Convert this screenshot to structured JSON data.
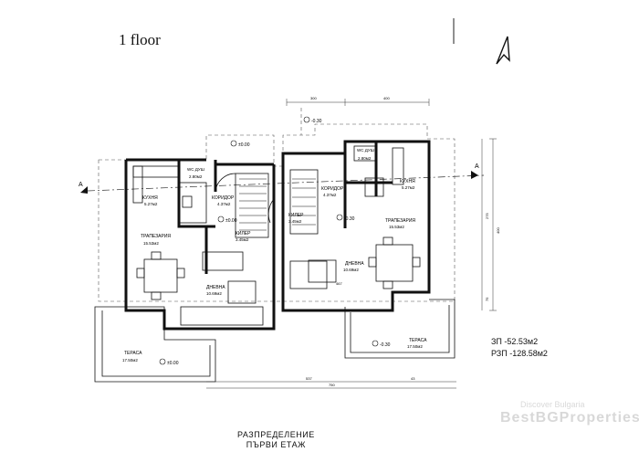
{
  "title": "1 floor",
  "stats": {
    "line1": "ЗП -52.53м2",
    "line2": "РЗП -128.58м2"
  },
  "caption": {
    "line1": "РАЗПРЕДЕЛЕНИЕ",
    "line2": "ПЪРВИ  ЕТАЖ"
  },
  "section_marker": "A",
  "watermark": {
    "top": "Discover Bulgaria",
    "bottom": "BestBGProperties"
  },
  "left_unit": {
    "kitchen": {
      "name": "КУХНЯ",
      "area": "5.27м2"
    },
    "wc": {
      "name": "WC ДУШ",
      "area": "2.80м2"
    },
    "corridor": {
      "name": "КОРИДОР",
      "area": "4.37м2"
    },
    "dining": {
      "name": "ТРАПЕЗАРИЯ",
      "area": "15.53м2"
    },
    "storage": {
      "name": "КИЛЕР",
      "area": "3.45м2"
    },
    "living": {
      "name": "ДНЕВНА",
      "area": "10.69м2"
    },
    "terrace": {
      "name": "ТЕРАСА",
      "area": "17.50м2"
    }
  },
  "right_unit": {
    "kitchen": {
      "name": "КУХНЯ",
      "area": "5.27м2"
    },
    "wc": {
      "name": "WC ДУШ",
      "area": "2.80м2"
    },
    "corridor": {
      "name": "КОРИДОР",
      "area": "4.37м2"
    },
    "dining": {
      "name": "ТРАПЕЗАРИЯ",
      "area": "15.53м2"
    },
    "storage": {
      "name": "КИЛЕР",
      "area": "3.45м2"
    },
    "living": {
      "name": "ДНЕВНА",
      "area": "10.69м2"
    },
    "terrace": {
      "name": "ТЕРАСА",
      "area": "17.50м2"
    }
  },
  "levels": {
    "zero_a": "±0.00",
    "zero_b": "±0.00",
    "zero_c": "±0.00",
    "minus_a": "-0.30",
    "minus_b": "-0.30",
    "minus_c": "-0.30"
  },
  "dimensions": {
    "top_a": "300",
    "top_b": "400",
    "bottom_a": "537",
    "bottom_b": "43",
    "bottom_total": "750",
    "right_a": "400",
    "right_b": "275",
    "right_c": "75",
    "inner": "467"
  }
}
